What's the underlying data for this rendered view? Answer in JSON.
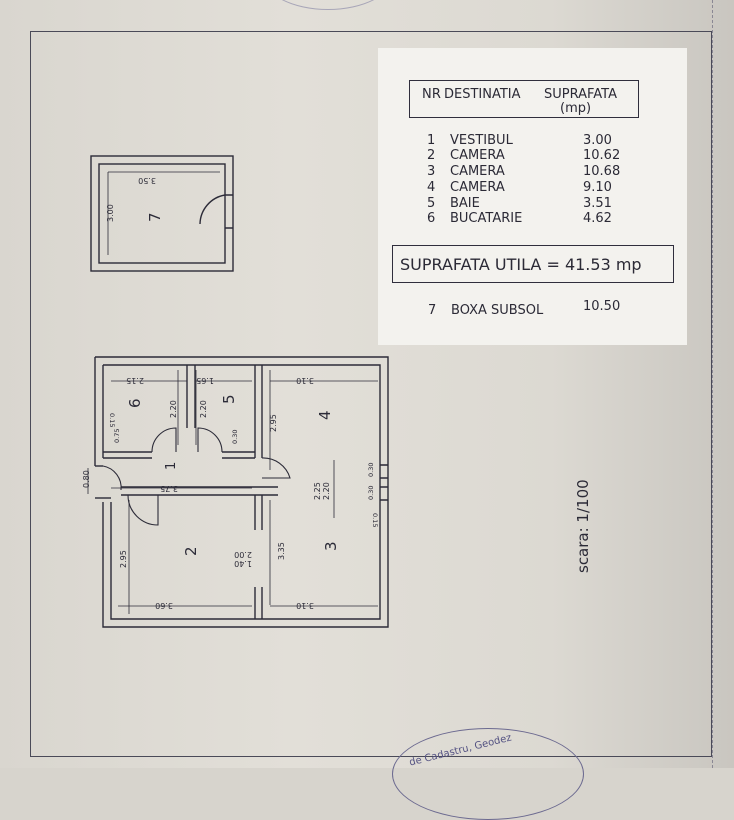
{
  "legend": {
    "header": {
      "nr": "NR",
      "destinatia": "DESTINATIA",
      "suprafata": "SUPRAFATA",
      "unit": "(mp)"
    },
    "rows": [
      {
        "nr": "1",
        "name": "VESTIBUL",
        "area": "3.00"
      },
      {
        "nr": "2",
        "name": "CAMERA",
        "area": "10.62"
      },
      {
        "nr": "3",
        "name": "CAMERA",
        "area": "10.68"
      },
      {
        "nr": "4",
        "name": "CAMERA",
        "area": "9.10"
      },
      {
        "nr": "5",
        "name": "BAIE",
        "area": "3.51"
      },
      {
        "nr": "6",
        "name": "BUCATARIE",
        "area": "4.62"
      }
    ],
    "total": "SUPRAFATA UTILA = 41.53 mp",
    "extra": {
      "nr": "7",
      "name": "BOXA SUBSOL",
      "area": "10.50"
    }
  },
  "scale": "scara: 1/100",
  "seal_text": "de Cadastru, Geodez",
  "plan": {
    "room_numbers": {
      "r1": "1",
      "r2": "2",
      "r3": "3",
      "r4": "4",
      "r5": "5",
      "r6": "6",
      "r7": "7"
    },
    "dims": {
      "d_350": "3.50",
      "d_300": "3.00",
      "d_215": "2.15",
      "d_220a": "2.20",
      "d_015a": "0.15",
      "d_075": "0.75",
      "d_165": "1.65",
      "d_220b": "2.20",
      "d_030": "0.30",
      "d_310a": "3.10",
      "d_295a": "2.95",
      "d_030b": "0.30",
      "d_030c": "0.30",
      "d_015b": "0.15",
      "d_080": "0.80",
      "d_375": "3.75",
      "d_225": "2.25",
      "d_220c": "2.20",
      "d_295b": "2.95",
      "d_200": "2.00",
      "d_140": "1.40",
      "d_335": "3.35",
      "d_360": "3.60",
      "d_310b": "3.10"
    }
  }
}
